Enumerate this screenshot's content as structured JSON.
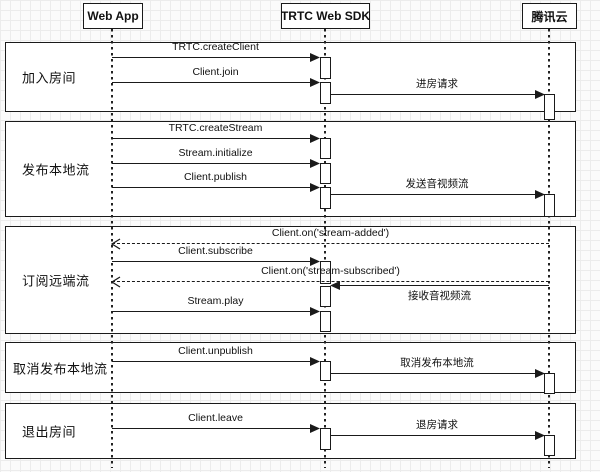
{
  "diagram": {
    "type": "sequence",
    "actors": [
      {
        "label": "Web App"
      },
      {
        "label": "TRTC Web SDK"
      },
      {
        "label": "腾讯云"
      }
    ],
    "groups": [
      {
        "label": "加入房间"
      },
      {
        "label": "发布本地流"
      },
      {
        "label": "订阅远端流"
      },
      {
        "label": "取消发布本地流"
      },
      {
        "label": "退出房间"
      }
    ],
    "messages": [
      {
        "label": "TRTC.createClient",
        "from": "Web App",
        "to": "TRTC Web SDK",
        "style": "solid",
        "group": "加入房间"
      },
      {
        "label": "Client.join",
        "from": "Web App",
        "to": "TRTC Web SDK",
        "style": "solid",
        "group": "加入房间"
      },
      {
        "label": "进房请求",
        "from": "TRTC Web SDK",
        "to": "腾讯云",
        "style": "solid",
        "group": "加入房间"
      },
      {
        "label": "TRTC.createStream",
        "from": "Web App",
        "to": "TRTC Web SDK",
        "style": "solid",
        "group": "发布本地流"
      },
      {
        "label": "Stream.initialize",
        "from": "Web App",
        "to": "TRTC Web SDK",
        "style": "solid",
        "group": "发布本地流"
      },
      {
        "label": "Client.publish",
        "from": "Web App",
        "to": "TRTC Web SDK",
        "style": "solid",
        "group": "发布本地流"
      },
      {
        "label": "发送音视频流",
        "from": "TRTC Web SDK",
        "to": "腾讯云",
        "style": "solid",
        "group": "发布本地流"
      },
      {
        "label": "Client.on('stream-added')",
        "from": "腾讯云",
        "to": "Web App",
        "style": "dashed",
        "group": "订阅远端流"
      },
      {
        "label": "Client.subscribe",
        "from": "Web App",
        "to": "TRTC Web SDK",
        "style": "solid",
        "group": "订阅远端流"
      },
      {
        "label": "Client.on('stream-subscribed')",
        "from": "腾讯云",
        "to": "Web App",
        "style": "dashed",
        "group": "订阅远端流"
      },
      {
        "label": "接收音视频流",
        "from": "腾讯云",
        "to": "TRTC Web SDK",
        "style": "solid",
        "group": "订阅远端流"
      },
      {
        "label": "Stream.play",
        "from": "Web App",
        "to": "TRTC Web SDK",
        "style": "solid",
        "group": "订阅远端流"
      },
      {
        "label": "Client.unpublish",
        "from": "Web App",
        "to": "TRTC Web SDK",
        "style": "solid",
        "group": "取消发布本地流"
      },
      {
        "label": "取消发布本地流",
        "from": "TRTC Web SDK",
        "to": "腾讯云",
        "style": "solid",
        "group": "取消发布本地流"
      },
      {
        "label": "Client.leave",
        "from": "Web App",
        "to": "TRTC Web SDK",
        "style": "solid",
        "group": "退出房间"
      },
      {
        "label": "退房请求",
        "from": "TRTC Web SDK",
        "to": "腾讯云",
        "style": "solid",
        "group": "退出房间"
      }
    ],
    "colors": {
      "stroke": "#1a1a1a",
      "frame_background": "#ffffff",
      "canvas_background": "#fbfbfb",
      "grid_line": "#ececec"
    }
  }
}
